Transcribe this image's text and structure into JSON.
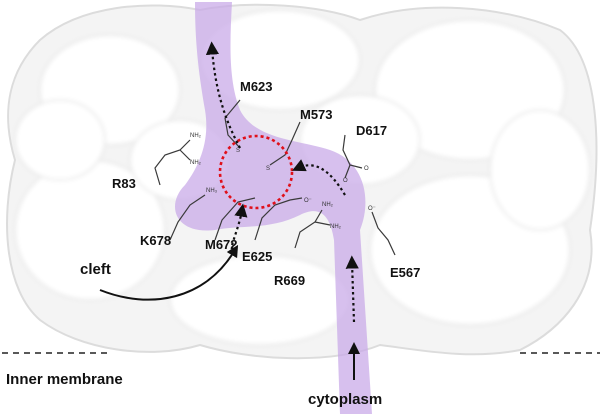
{
  "residues": {
    "m623": "M623",
    "m573": "M573",
    "d617": "D617",
    "r83": "R83",
    "k678": "K678",
    "m672": "M672",
    "e625": "E625",
    "r669": "R669",
    "e567": "E567"
  },
  "labels": {
    "cleft": "cleft",
    "inner_membrane": "Inner membrane",
    "cytoplasm": "cytoplasm"
  },
  "colors": {
    "channel": "#c8a8e8",
    "site_ring": "#e0101a",
    "surface": "#f6f6f6",
    "arrows": "#111111"
  }
}
